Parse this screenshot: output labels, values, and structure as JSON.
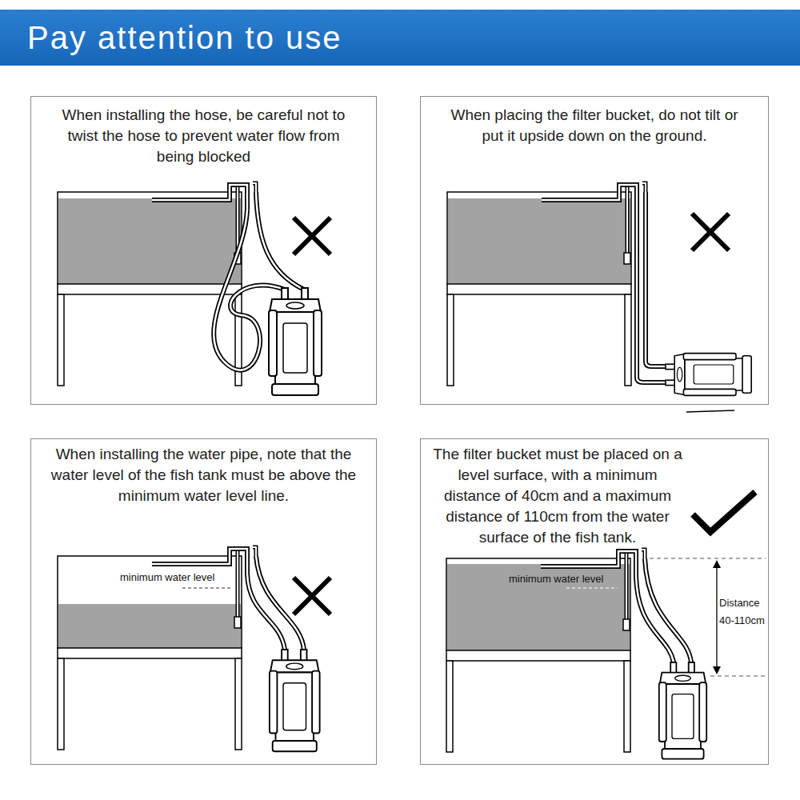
{
  "diagram": {
    "title": "Pay attention to use",
    "nodes": [
      {
        "text": [
          "When installing the hose, be careful not to twist the hose to prevent water flow from being blocked"
        ]
      },
      {
        "text": [
          "When placing the filter bucket, do not tilt or put it upside down on the ground."
        ]
      },
      {
        "text": [
          "When installing the water pipe, note that the water level of the fish tank must be above the minimum water level line."
        ]
      },
      {
        "text": [
          "The filter bucket must be placed on a level surface, with a minimum distance of 40cm and a maximum distance of 110cm from the water surface of the fish tank."
        ]
      }
    ],
    "labels": [
      "minimum water level",
      "minimum water level",
      "Distance",
      "40-110cm"
    ]
  }
}
